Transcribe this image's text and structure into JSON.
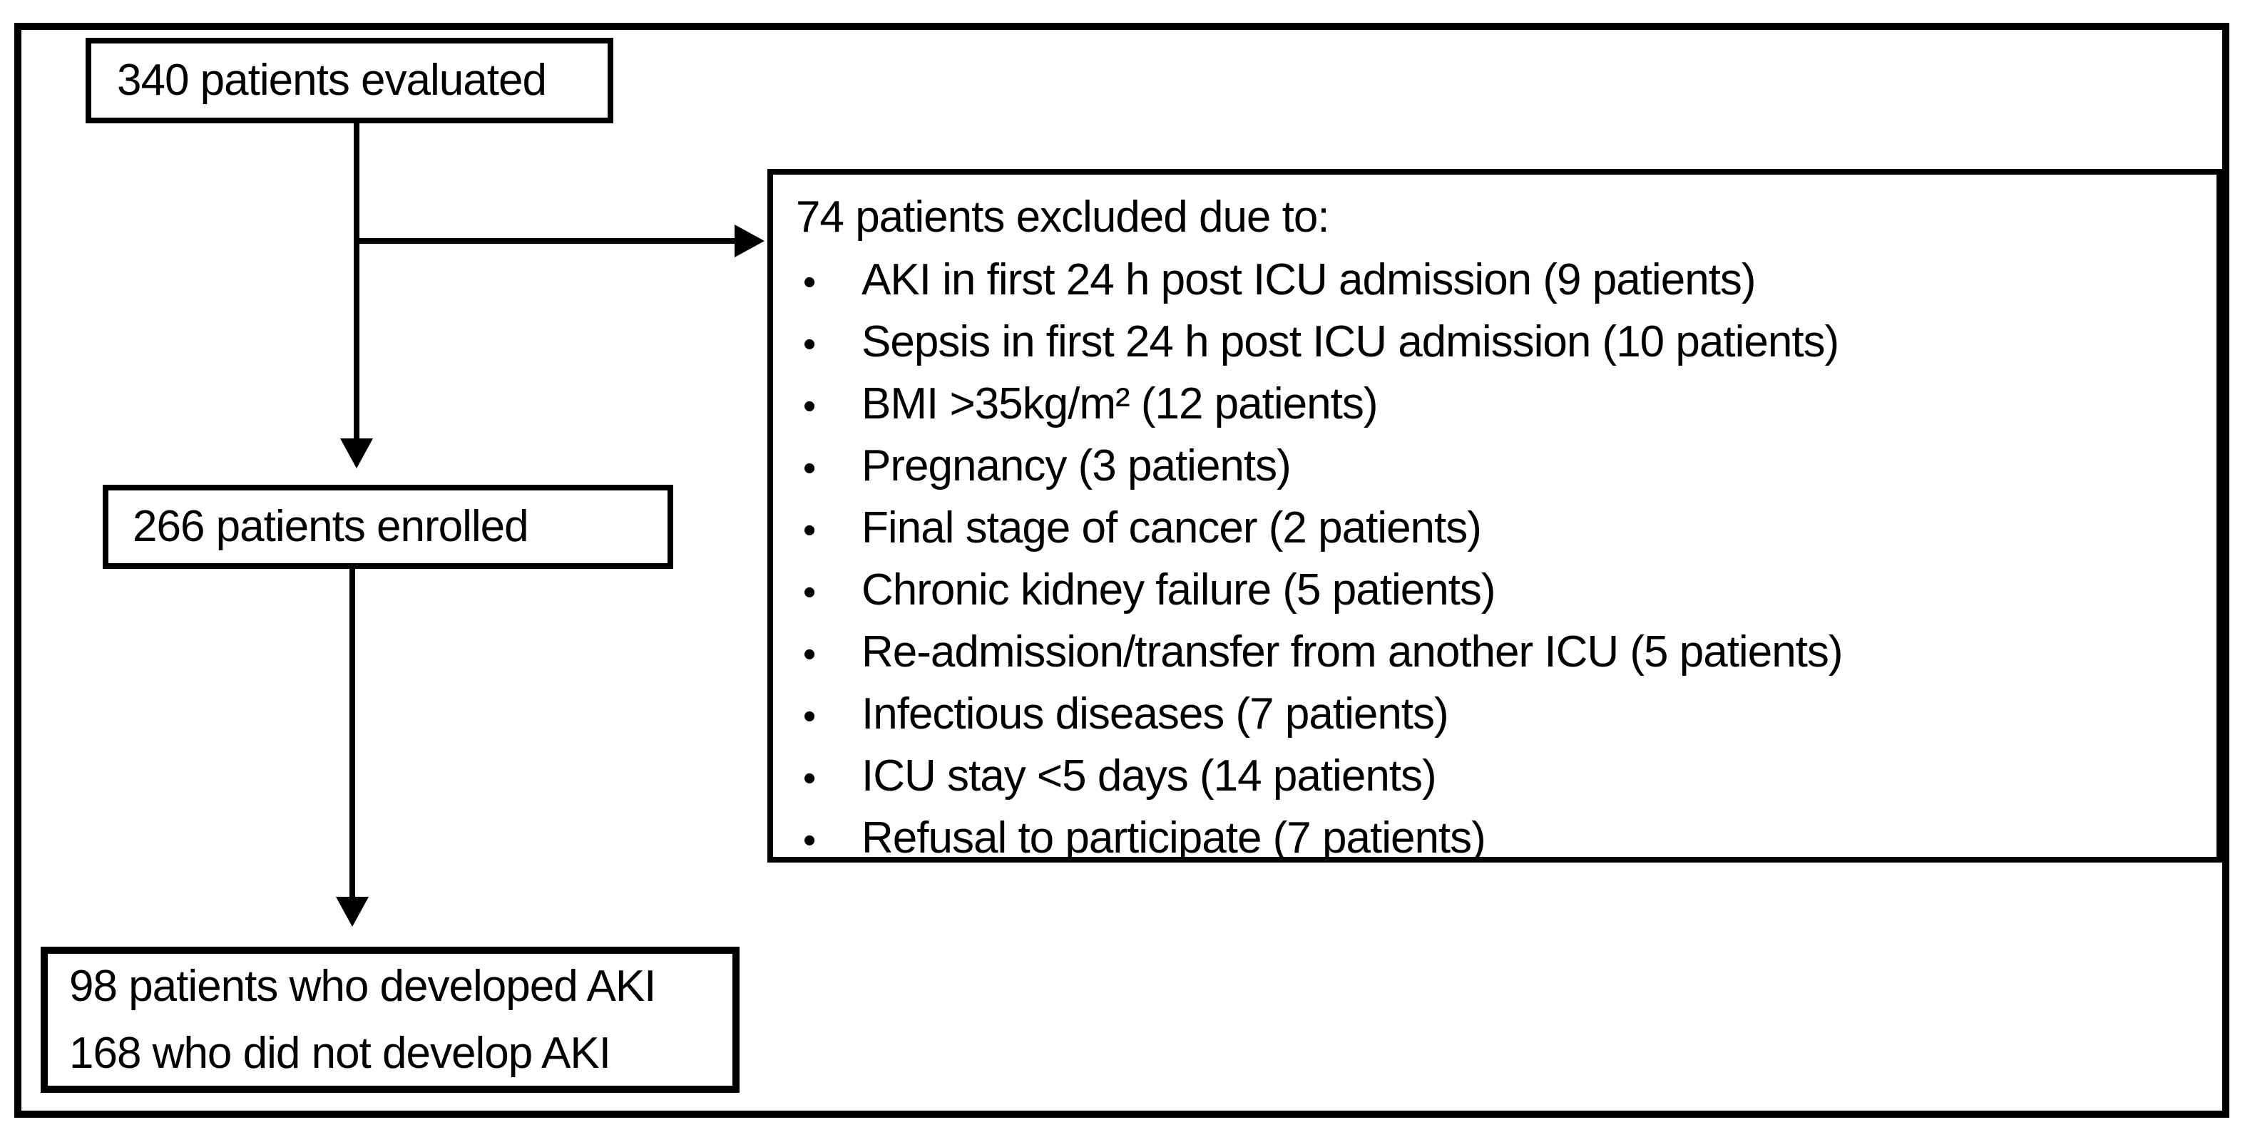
{
  "figure": {
    "boxes": {
      "evaluated": {
        "label": "340 patients evaluated"
      },
      "excluded": {
        "title": "74 patients excluded due to:",
        "bullet": "•",
        "items": [
          "AKI in first 24 h post ICU admission (9 patients)",
          "Sepsis in first 24 h post ICU admission (10 patients)",
          "BMI >35kg/m² (12 patients)",
          "Pregnancy (3 patients)",
          "Final stage of cancer (2 patients)",
          "Chronic kidney failure (5 patients)",
          "Re-admission/transfer from another ICU (5 patients)",
          "Infectious diseases (7 patients)",
          "ICU stay <5 days (14 patients)",
          "Refusal to participate (7 patients)"
        ]
      },
      "enrolled": {
        "label": "266 patients enrolled"
      },
      "outcome": {
        "lines": [
          "98 patients who developed AKI",
          "168 who did not develop AKI"
        ]
      }
    },
    "colors": {
      "line": "#000000",
      "background": "#ffffff"
    }
  }
}
